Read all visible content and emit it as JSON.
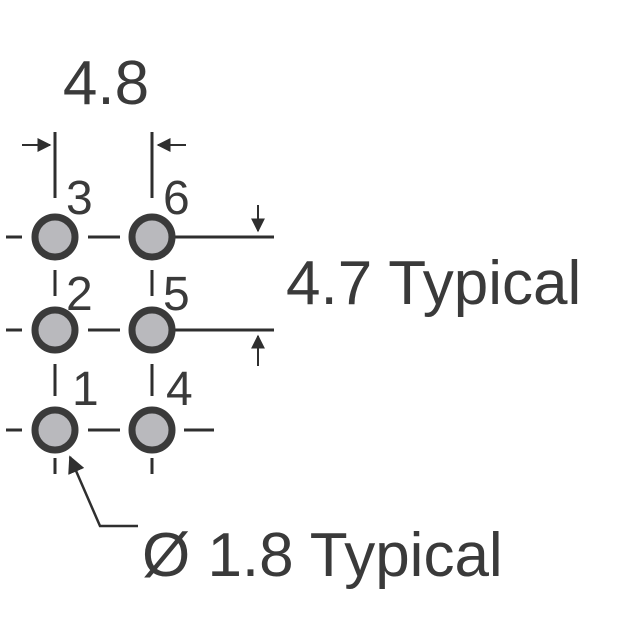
{
  "diagram": {
    "dimension_pitch_horizontal": "4.8",
    "dimension_pitch_vertical": "4.7 Typical",
    "dimension_pin_diameter": "Ø 1.8 Typical",
    "pins": [
      {
        "label": "3"
      },
      {
        "label": "6"
      },
      {
        "label": "2"
      },
      {
        "label": "5"
      },
      {
        "label": "1"
      },
      {
        "label": "4"
      }
    ],
    "colors": {
      "line": "#2f2f2f",
      "pin_fill": "#b9b9bd",
      "pin_stroke": "#3a3a3a",
      "text": "#3a3a3a"
    }
  }
}
